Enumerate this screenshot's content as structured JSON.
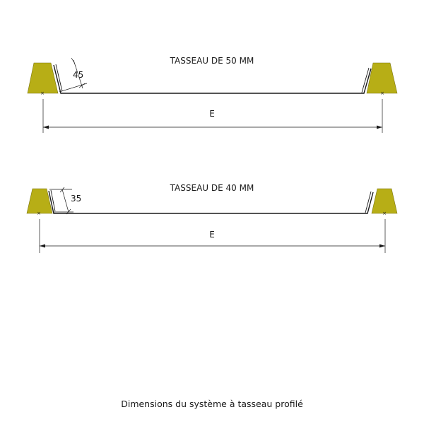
{
  "diagrams": [
    {
      "title": "TASSEAU DE 50 MM",
      "height_label": "45",
      "span_label": "E"
    },
    {
      "title": "TASSEAU DE 40 MM",
      "height_label": "35",
      "span_label": "E"
    }
  ],
  "caption": "Dimensions du système à tasseau profilé",
  "colors": {
    "tasseau": "#b7ae16",
    "line": "#1a1a1a",
    "background": "#ffffff"
  }
}
